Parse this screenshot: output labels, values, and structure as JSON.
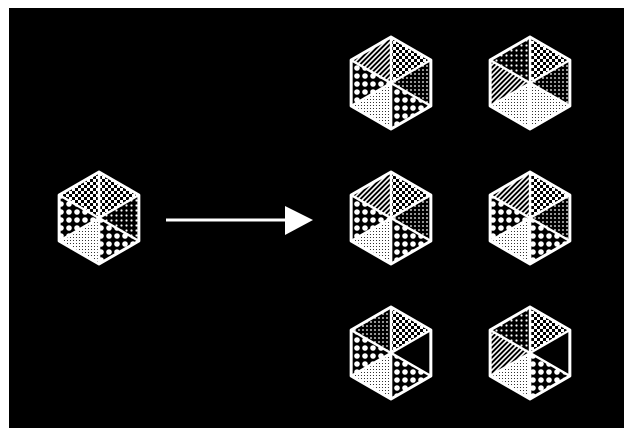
{
  "diagram": {
    "background_color": "#000000",
    "frame_color": "#ffffff",
    "line_color": "#ffffff",
    "source": {
      "label": "",
      "segments": [
        "checker",
        "dots-small",
        "dots-large",
        "dots-fine",
        "dots-large",
        "checker"
      ]
    },
    "arrow": {
      "direction": "right",
      "label": ""
    },
    "results": [
      {
        "label": "",
        "segments": [
          "checker",
          "dots-dense",
          "dots-large",
          "dots-fine",
          "dots-large",
          "stripes"
        ]
      },
      {
        "label": "",
        "segments": [
          "checker",
          "dots-dense",
          "dots-fine",
          "dots-fine",
          "stripes",
          "dots-small"
        ]
      },
      {
        "label": "",
        "segments": [
          "checker",
          "dots-dense",
          "dots-large",
          "dots-fine",
          "dots-large",
          "stripes"
        ]
      },
      {
        "label": "",
        "segments": [
          "checker",
          "dots-dense",
          "dots-large",
          "dots-fine",
          "dots-large",
          "stripes"
        ]
      },
      {
        "label": "",
        "segments": [
          "checker",
          "solid",
          "dots-large",
          "dots-fine",
          "dots-large",
          "dots-dense"
        ]
      },
      {
        "label": "",
        "segments": [
          "checker",
          "solid",
          "dots-large",
          "dots-fine",
          "stripes",
          "dots-small"
        ]
      }
    ]
  }
}
